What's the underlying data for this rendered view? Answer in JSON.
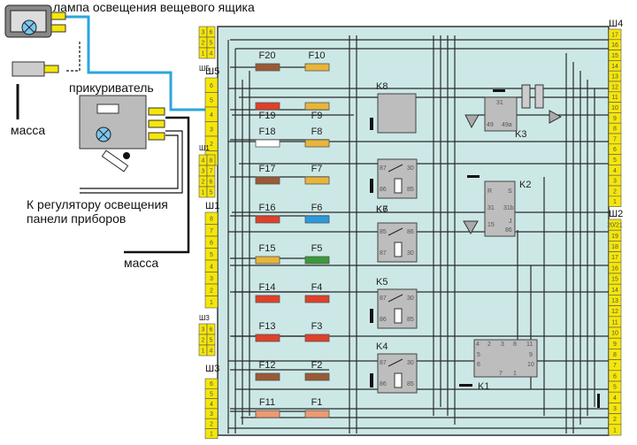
{
  "title": "Схема монтажного блока: лампа освещения вещевого ящика и прикуриватель",
  "labels": {
    "glovebox_lamp": "лампа освещения вещевого ящика",
    "lighter": "прикуриватель",
    "ground1": "масса",
    "ground2": "масса",
    "regulator_line1": "К регулятору освещения",
    "regulator_line2": "панели приборов"
  },
  "colors": {
    "board": "#cce8e6",
    "connector": "#f5e60a",
    "wire": "#222222",
    "highlight_wire": "#2aa6dc",
    "relay": "#bdbdbd"
  },
  "connectors_left": [
    {
      "id": "sh5_small",
      "label": "Ш5",
      "pins": [
        "3",
        "6",
        "2",
        "5",
        "1",
        "4"
      ]
    },
    {
      "id": "sh5",
      "label": "Ш5",
      "pins": [
        "6",
        "5",
        "4",
        "3",
        "2",
        "1"
      ]
    },
    {
      "id": "sh1_small",
      "label": "Ш1",
      "pins": [
        "4",
        "8",
        "3",
        "7",
        "2",
        "6",
        "1",
        "5"
      ]
    },
    {
      "id": "sh1",
      "label": "Ш1",
      "pins": [
        "8",
        "7",
        "6",
        "5",
        "4",
        "3",
        "2",
        "1"
      ]
    },
    {
      "id": "sh3_small",
      "label": "Ш3",
      "pins": [
        "3",
        "6",
        "2",
        "5",
        "1",
        "4"
      ]
    },
    {
      "id": "sh3",
      "label": "Ш3",
      "pins": [
        "6",
        "5",
        "4",
        "3",
        "2",
        "1"
      ]
    }
  ],
  "connectors_right": [
    {
      "id": "sh4",
      "label": "Ш4",
      "pins": [
        "17",
        "16",
        "15",
        "14",
        "13",
        "12",
        "11",
        "10",
        "9",
        "8",
        "7",
        "6",
        "5",
        "4",
        "3",
        "2",
        "1"
      ]
    },
    {
      "id": "sh2",
      "label": "Ш2",
      "pins": [
        "20/21",
        "19",
        "18",
        "17",
        "16",
        "15",
        "14",
        "13",
        "12",
        "11",
        "10",
        "9",
        "8",
        "7",
        "6",
        "5",
        "4",
        "3",
        "2",
        "1"
      ]
    }
  ],
  "fuses": [
    {
      "left": "F20",
      "left_color": "#9a5a35",
      "right": "F10",
      "right_color": "#e8b53a"
    },
    {
      "left": "F19",
      "left_color": "#e0402a",
      "right": "F9",
      "right_color": "#e8b53a"
    },
    {
      "left": "F18",
      "left_color": "#ffffff",
      "right": "F8",
      "right_color": "#e8b53a"
    },
    {
      "left": "F17",
      "left_color": "#9a5a35",
      "right": "F7",
      "right_color": "#e8b53a"
    },
    {
      "left": "F16",
      "left_color": "#e0402a",
      "right": "F6",
      "right_color": "#2a9be0"
    },
    {
      "left": "F15",
      "left_color": "#e8b53a",
      "right": "F5",
      "right_color": "#3a9a3a"
    },
    {
      "left": "F14",
      "left_color": "#e0402a",
      "right": "F4",
      "right_color": "#e0402a"
    },
    {
      "left": "F13",
      "left_color": "#e0402a",
      "right": "F3",
      "right_color": "#e0402a"
    },
    {
      "left": "F12",
      "left_color": "#9a5a35",
      "right": "F2",
      "right_color": "#9a5a35"
    },
    {
      "left": "F11",
      "left_color": "#ee9a70",
      "right": "F1",
      "right_color": "#ee9a70"
    }
  ],
  "relays": {
    "K8": {
      "label": "K8"
    },
    "K7": {
      "label": "K7",
      "pins": [
        "87",
        "30",
        "86",
        "85"
      ]
    },
    "K6": {
      "label": "K6",
      "pins": [
        "85",
        "86",
        "87",
        "30"
      ]
    },
    "K5": {
      "label": "K5",
      "pins": [
        "87",
        "30",
        "86",
        "85"
      ]
    },
    "K4": {
      "label": "K4",
      "pins": [
        "87",
        "30",
        "86",
        "85"
      ]
    },
    "K3": {
      "label": "K3",
      "pins": [
        "31",
        "49",
        "49a"
      ]
    },
    "K2": {
      "label": "K2",
      "pins": [
        "R",
        "S",
        "31",
        "31b",
        "J",
        "15",
        "86"
      ]
    },
    "K1": {
      "label": "K1",
      "pins": [
        "4",
        "2",
        "3",
        "8",
        "11",
        "5",
        "9",
        "6",
        "10",
        "7",
        "1"
      ]
    }
  }
}
